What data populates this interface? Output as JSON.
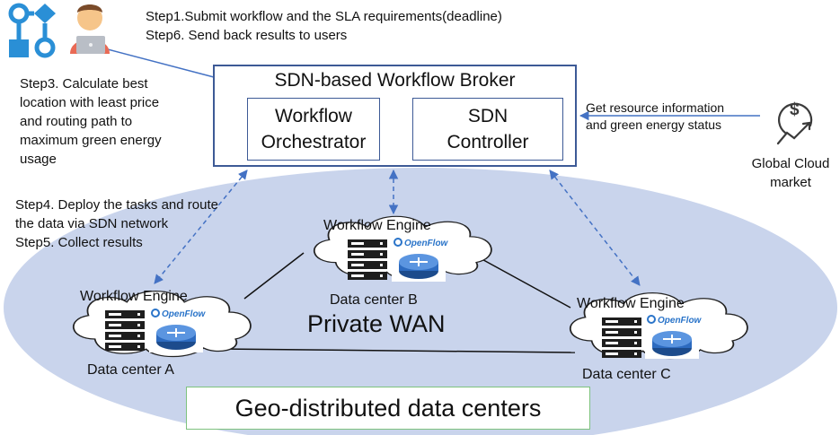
{
  "steps": {
    "step1": "Step1.Submit workflow and the SLA requirements(deadline)",
    "step6": "Step6. Send back results to users",
    "step3": [
      "Step3. Calculate best",
      "location with least price",
      "and routing path to",
      "maximum green energy",
      "usage"
    ],
    "step4": [
      "Step4. Deploy the tasks and route",
      "the data via SDN network"
    ],
    "step5": "Step5. Collect results"
  },
  "broker": {
    "title": "SDN-based Workflow Broker",
    "orchestrator": [
      "Workflow",
      "Orchestrator"
    ],
    "controller": [
      "SDN",
      "Controller"
    ]
  },
  "market": {
    "info": [
      "Get resource information",
      "and green energy status"
    ],
    "label": [
      "Global Cloud",
      "market"
    ]
  },
  "datacenters": {
    "engine_label": "Workflow Engine",
    "openflow_label": "OpenFlow",
    "a": "Data center A",
    "b": "Data center B",
    "c": "Data center C"
  },
  "wan_label": "Private WAN",
  "geo_label": "Geo-distributed data centers",
  "colors": {
    "ellipse": "#c9d4ec",
    "broker_border": "#3d5a96",
    "dashed_arrow": "#4472c4",
    "workflow_icon": "#2a8fd6",
    "market_icon": "#3b3b3b",
    "geo_border": "#7ec27e",
    "user_shirt": "#e96a55"
  },
  "icons": [
    "workflow-icon",
    "user-laptop-icon",
    "dollar-growth-icon",
    "server-rack-icon",
    "openflow-logo-icon",
    "router-icon",
    "cloud-icon"
  ]
}
